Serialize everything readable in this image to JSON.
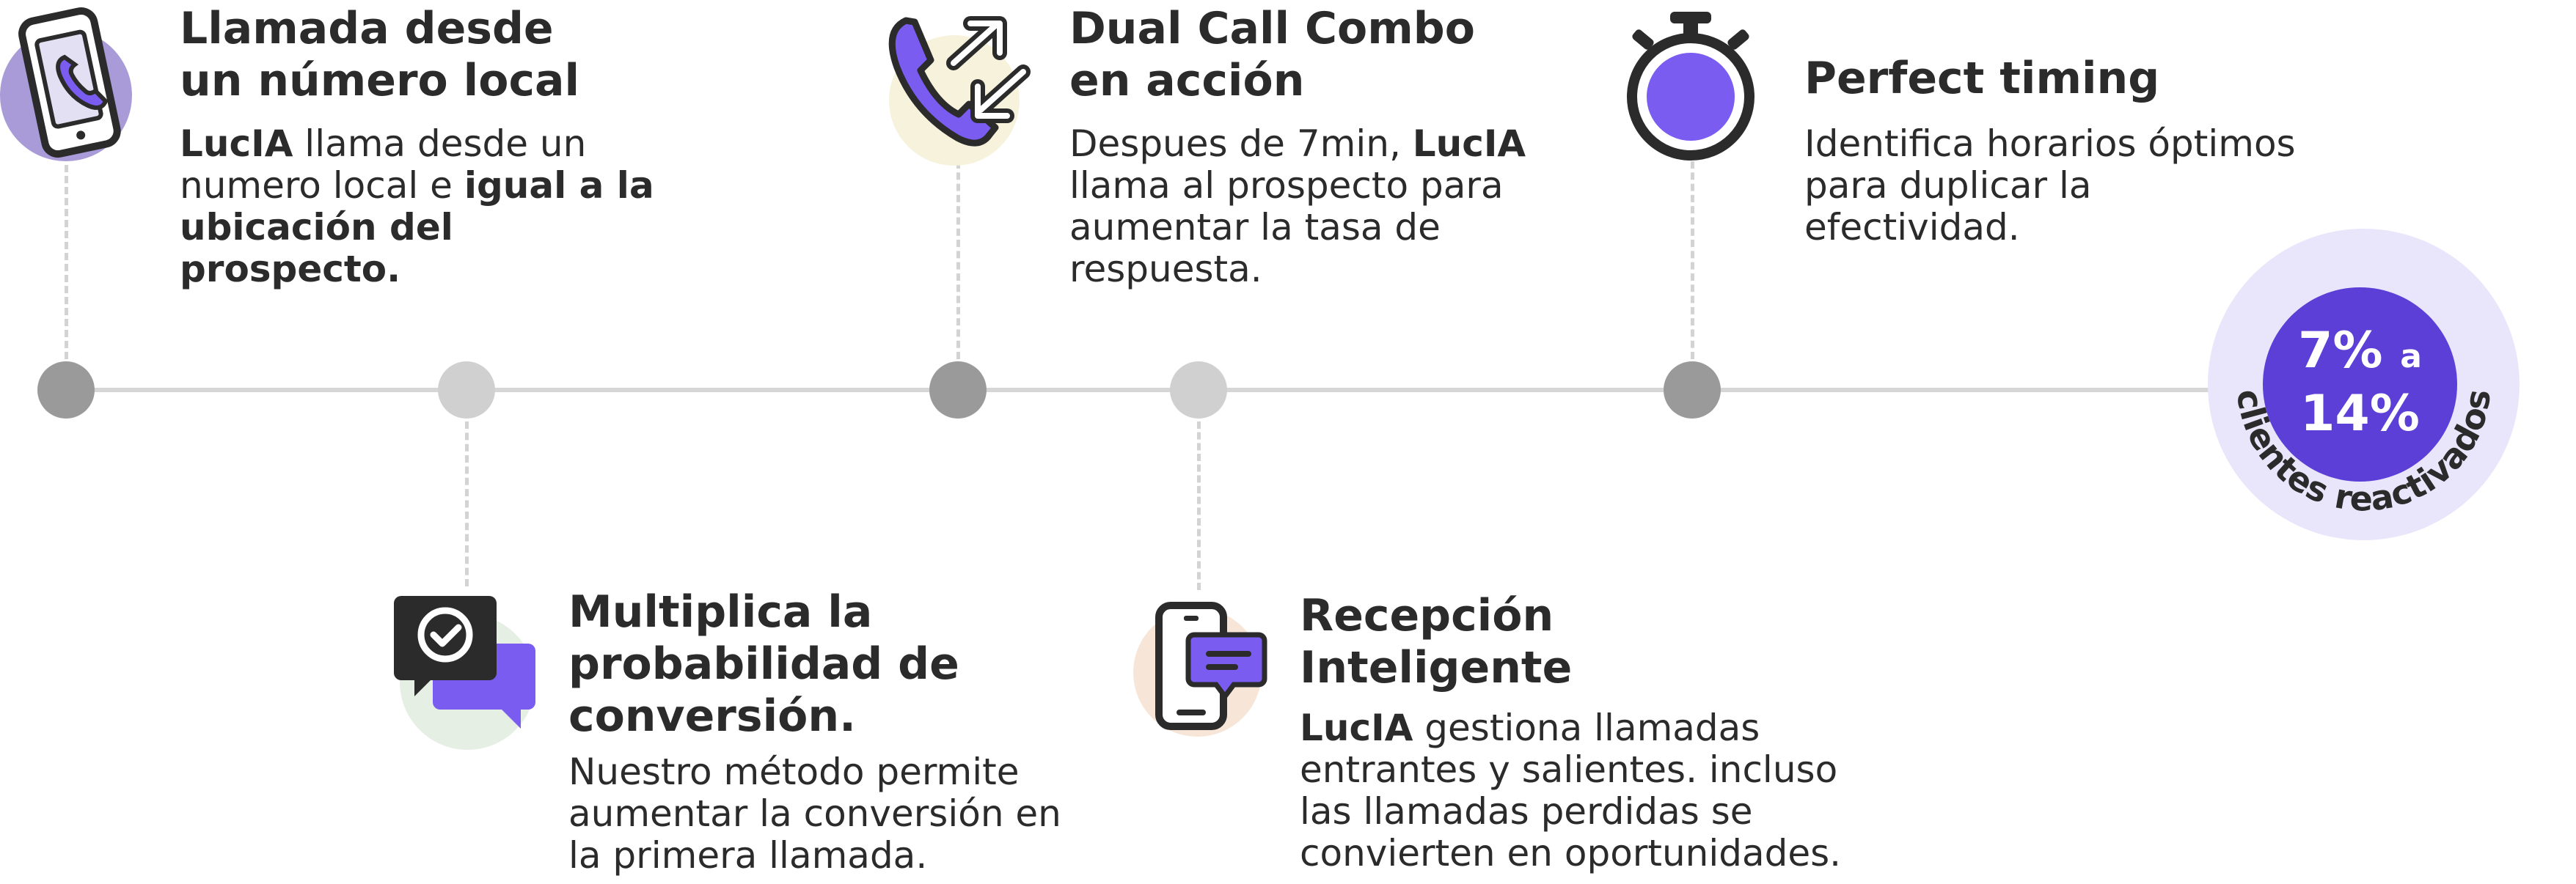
{
  "steps": [
    {
      "title": "Llamada desde\nun número local",
      "desc_parts": [
        "LucIA",
        " llama desde un numero local e ",
        "igual a la ubicación del prospecto."
      ],
      "icon": "phone-call-icon"
    },
    {
      "title": "Multiplica la\nprobabilidad de\nconversión.",
      "desc": "Nuestro método permite aumentar la conversión en la primera llamada.",
      "icon": "chat-check-icon"
    },
    {
      "title": "Dual Call Combo\nen acción",
      "desc_parts": [
        "Despues de 7min, ",
        "LucIA",
        " llama al prospecto para aumentar la tasa de respuesta."
      ],
      "icon": "dual-call-arrows-icon"
    },
    {
      "title": "Recepción\nInteligente",
      "desc_parts": [
        "LucIA",
        " gestiona llamadas entrantes y salientes. incluso las llamadas perdidas se convierten en oportunidades."
      ],
      "icon": "phone-message-icon"
    },
    {
      "title": "Perfect timing",
      "desc": "Identifica horarios óptimos para duplicar la efectividad.",
      "icon": "stopwatch-icon"
    }
  ],
  "result": {
    "value_line1": "7%",
    "value_a": "a",
    "value_line2": "14%",
    "label": "clientes reactivados"
  },
  "colors": {
    "accent": "#7b5cf0",
    "accent_dark": "#5b3fd6",
    "dot_dark": "#9a9a9a",
    "dot_light": "#d0d0d0",
    "text": "#2b2b2b"
  }
}
